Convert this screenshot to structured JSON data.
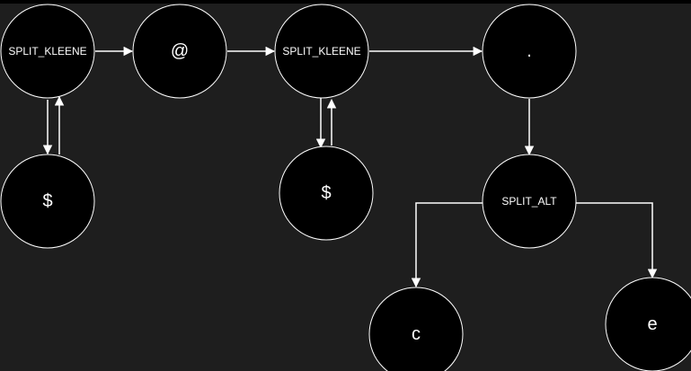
{
  "diagram": {
    "nodes": [
      {
        "id": "n1",
        "label": "SPLIT_KLEENE"
      },
      {
        "id": "n2",
        "label": "@"
      },
      {
        "id": "n3",
        "label": "SPLIT_KLEENE"
      },
      {
        "id": "n4",
        "label": "."
      },
      {
        "id": "n5",
        "label": "$"
      },
      {
        "id": "n6",
        "label": "$"
      },
      {
        "id": "n7",
        "label": "SPLIT_ALT"
      },
      {
        "id": "n8",
        "label": "c"
      },
      {
        "id": "n9",
        "label": "e"
      }
    ],
    "edges": [
      {
        "from": "n1",
        "to": "n2"
      },
      {
        "from": "n2",
        "to": "n3"
      },
      {
        "from": "n3",
        "to": "n4"
      },
      {
        "from": "n1",
        "to": "n5"
      },
      {
        "from": "n5",
        "to": "n1"
      },
      {
        "from": "n3",
        "to": "n6"
      },
      {
        "from": "n6",
        "to": "n3"
      },
      {
        "from": "n4",
        "to": "n7"
      },
      {
        "from": "n7",
        "to": "n8"
      },
      {
        "from": "n7",
        "to": "n9"
      }
    ]
  },
  "colors": {
    "background": "#1e1e1e",
    "node_fill": "#000000",
    "stroke": "#ffffff",
    "text": "#ffffff"
  }
}
